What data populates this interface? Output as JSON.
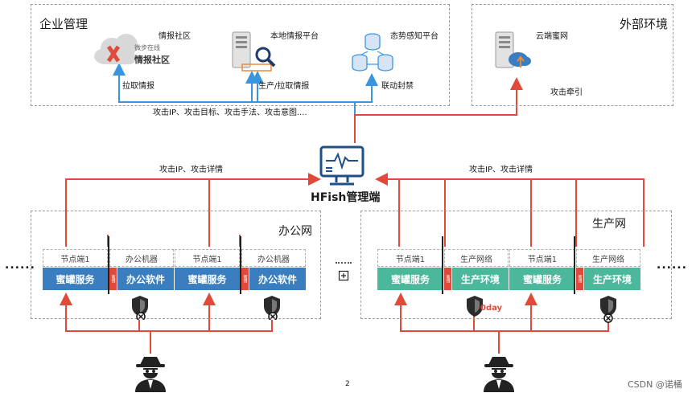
{
  "enterprise": {
    "title": "企业管理",
    "intel_community": "情报社区",
    "logo_top": "微步在线",
    "logo_bottom": "情报社区",
    "local_platform": "本地情报平台",
    "situation_platform": "态势感知平台",
    "pull_intel": "拉取情报",
    "produce_pull": "生产/拉取情报",
    "linkage_block": "联动封禁",
    "attack_info": "攻击IP、攻击目标、攻击手法、攻击意图...."
  },
  "external": {
    "title": "外部环境",
    "cloud_honeynet": "云端蜜网",
    "attack_traction": "攻击牵引"
  },
  "hfish": {
    "label": "HFish管理端"
  },
  "office": {
    "title": "办公网",
    "attack_detail": "攻击IP、攻击详情",
    "node_label": "节点端1",
    "machine_label": "办公机器",
    "honeypot_service": "蜜罐服务",
    "office_software": "办公软件",
    "tag": "蜜饵"
  },
  "production": {
    "title": "生产网",
    "attack_detail": "攻击IP、攻击详情",
    "node_label": "节点端1",
    "network_label": "生产网络",
    "honeypot_service": "蜜罐服务",
    "prod_env": "生产环境",
    "tag": "蜜饵",
    "zeroday": "0day"
  },
  "misc": {
    "ellipsis_left": "......",
    "ellipsis_right": "......",
    "page_number": "2",
    "watermark": "CSDN @诺桶"
  },
  "colors": {
    "red": "#e1493a",
    "blue": "#3a95e0",
    "office_blue": "#3a7ec0",
    "prod_teal": "#4bb79b"
  }
}
